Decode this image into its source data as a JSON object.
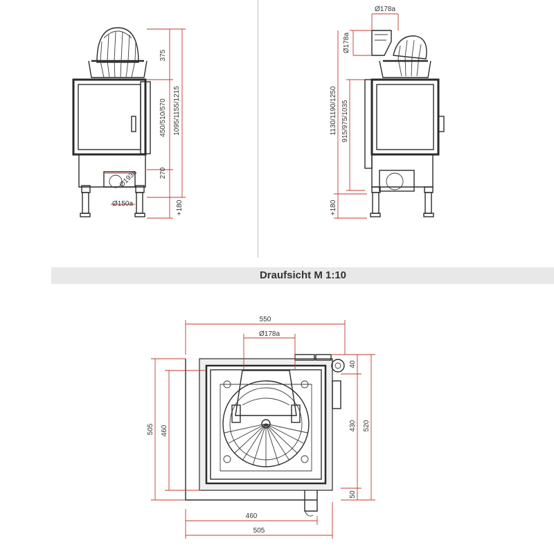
{
  "section_title": "Draufsicht M 1:10",
  "colors": {
    "dimension": "#c0392b",
    "outline": "#2a2a2a",
    "bar": "#e8e8e8"
  },
  "front_view": {
    "dims": {
      "top": "375",
      "door": "450/510/570",
      "base": "270",
      "total": "1095/1155/1215",
      "legs": "+180",
      "flue": "Ø193a",
      "inlet": "Ø150a"
    }
  },
  "side_view": {
    "dims": {
      "flue": "Ø178a",
      "flue_side": "Ø178a",
      "total": "1130/1190/1250",
      "door": "915/975/1035",
      "legs": "+180"
    }
  },
  "top_view": {
    "dims": {
      "width_top": "550",
      "flue": "Ø178a",
      "right_top": "40",
      "right_mid": "430",
      "right_total": "520",
      "right_bottom": "50",
      "left_outer": "505",
      "left_inner": "460",
      "bottom_inner": "460",
      "bottom_outer": "505"
    }
  }
}
